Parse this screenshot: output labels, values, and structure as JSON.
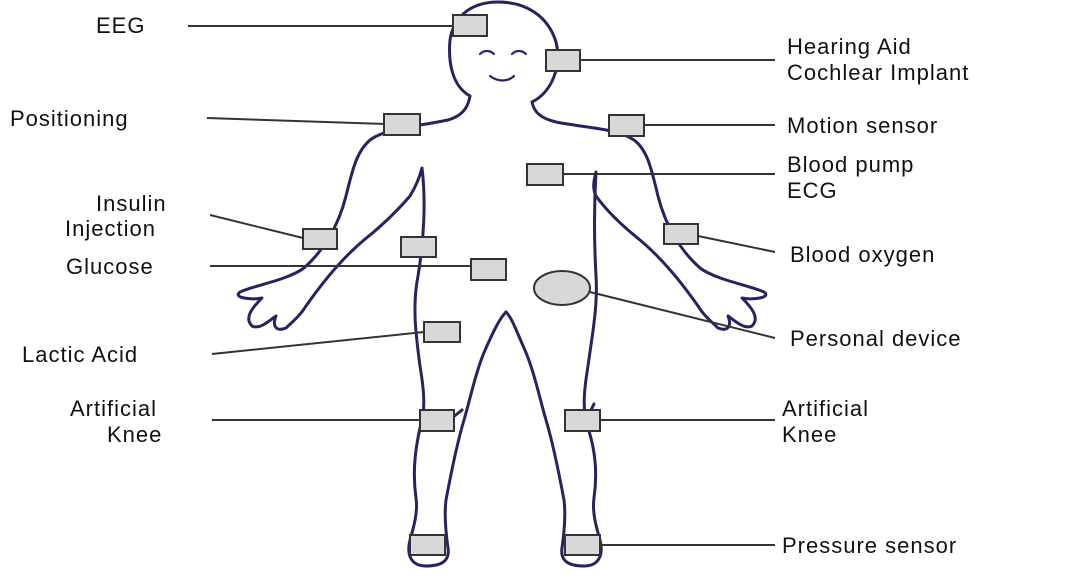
{
  "labels": {
    "eeg": "EEG",
    "hearing_1": "Hearing Aid",
    "hearing_2": "Cochlear Implant",
    "positioning": "Positioning",
    "motion": "Motion sensor",
    "blood_pump": "Blood pump",
    "ecg": "ECG",
    "insulin": "Insulin",
    "injection": "Injection",
    "blood_oxygen": "Blood oxygen",
    "glucose": "Glucose",
    "personal_device": "Personal device",
    "lactic_acid": "Lactic Acid",
    "knee_left_1": "Artificial",
    "knee_left_2": "Knee",
    "knee_right_1": "Artificial",
    "knee_right_2": "Knee",
    "pressure": "Pressure sensor"
  },
  "colors": {
    "outline": "#2b2060",
    "sensor_fill": "#d8d8d8",
    "leader": "#333333"
  }
}
